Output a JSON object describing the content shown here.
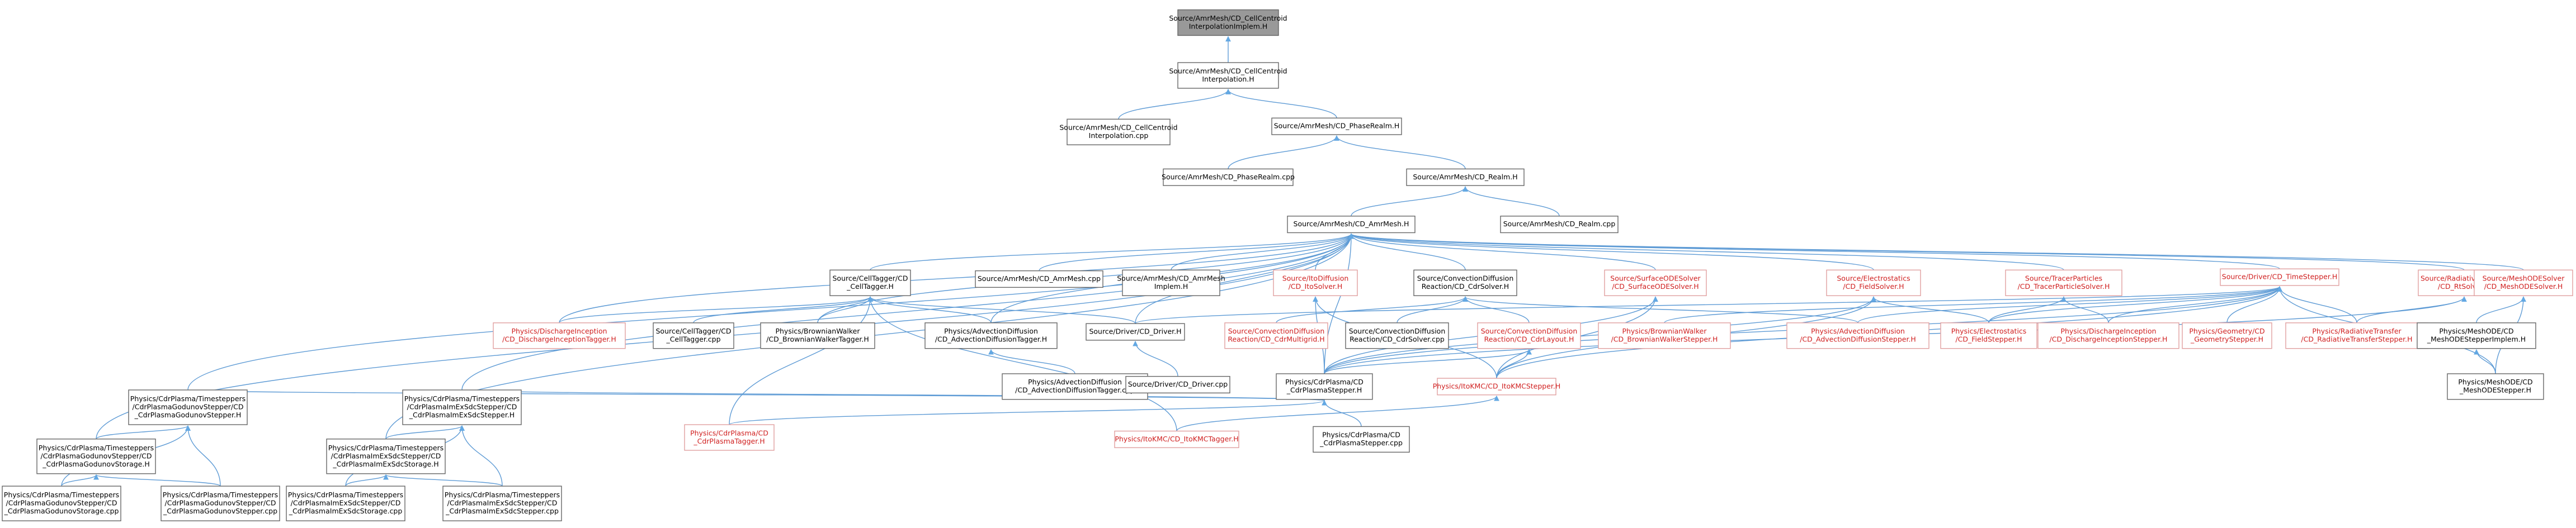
{
  "colors": {
    "edge": "#63a8e3",
    "root_fill": "#999999",
    "node_fill": "#ffffff",
    "node_border": "#666666",
    "node_text": "#000000",
    "truncated_border": "#e0a0a0",
    "truncated_text": "#d02020"
  },
  "nodes": {
    "root": [
      "Source/AmrMesh/CD_CellCentroid",
      "InterpolationImplem.H"
    ],
    "ccinterp_h": [
      "Source/AmrMesh/CD_CellCentroid",
      "Interpolation.H"
    ],
    "ccinterp_cpp": [
      "Source/AmrMesh/CD_CellCentroid",
      "Interpolation.cpp"
    ],
    "phaserealm_h": [
      "Source/AmrMesh/CD_PhaseRealm.H"
    ],
    "phaserealm_cpp": [
      "Source/AmrMesh/CD_PhaseRealm.cpp"
    ],
    "realm_h": [
      "Source/AmrMesh/CD_Realm.H"
    ],
    "realm_cpp": [
      "Source/AmrMesh/CD_Realm.cpp"
    ],
    "amrmesh_h": [
      "Source/AmrMesh/CD_AmrMesh.H"
    ],
    "celltagger_h": [
      "Source/CellTagger/CD",
      "_CellTagger.H"
    ],
    "amrmesh_cpp": [
      "Source/AmrMesh/CD_AmrMesh.cpp"
    ],
    "amrmesh_implem": [
      "Source/AmrMesh/CD_AmrMesh",
      "Implem.H"
    ],
    "itosolver_h": [
      "Source/ItoDiffusion",
      "/CD_ItoSolver.H"
    ],
    "cdrsolver_h": [
      "Source/ConvectionDiffusion",
      "Reaction/CD_CdrSolver.H"
    ],
    "surfaceode_h": [
      "Source/SurfaceODESolver",
      "/CD_SurfaceODESolver.H"
    ],
    "fieldsolver_h": [
      "Source/Electrostatics",
      "/CD_FieldSolver.H"
    ],
    "tracer_h": [
      "Source/TracerParticles",
      "/CD_TracerParticleSolver.H"
    ],
    "timestepper_h": [
      "Source/Driver/CD_TimeStepper.H"
    ],
    "rtsolver_h": [
      "Source/RadiativeTransfer",
      "/CD_RtSolver.H"
    ],
    "meshode_h": [
      "Source/MeshODESolver",
      "/CD_MeshODESolver.H"
    ],
    "dit_h": [
      "Physics/DischargeInception",
      "/CD_DischargeInceptionTagger.H"
    ],
    "celltagger_cpp": [
      "Source/CellTagger/CD",
      "_CellTagger.cpp"
    ],
    "bwtagger_h": [
      "Physics/BrownianWalker",
      "/CD_BrownianWalkerTagger.H"
    ],
    "adtagger_h": [
      "Physics/AdvectionDiffusion",
      "/CD_AdvectionDiffusionTagger.H"
    ],
    "driver_h": [
      "Source/Driver/CD_Driver.H"
    ],
    "cdrmultigrid_h": [
      "Source/ConvectionDiffusion",
      "Reaction/CD_CdrMultigrid.H"
    ],
    "cdrsolver_cpp": [
      "Source/ConvectionDiffusion",
      "Reaction/CD_CdrSolver.cpp"
    ],
    "cdrlayout_h": [
      "Source/ConvectionDiffusion",
      "Reaction/CD_CdrLayout.H"
    ],
    "bwstepper_h": [
      "Physics/BrownianWalker",
      "/CD_BrownianWalkerStepper.H"
    ],
    "adstepper_h": [
      "Physics/AdvectionDiffusion",
      "/CD_AdvectionDiffusionStepper.H"
    ],
    "fieldstepper_h": [
      "Physics/Electrostatics",
      "/CD_FieldStepper.H"
    ],
    "dis_h": [
      "Physics/DischargeInception",
      "/CD_DischargeInceptionStepper.H"
    ],
    "geostepper_h": [
      "Physics/Geometry/CD",
      "_GeometryStepper.H"
    ],
    "rtstepper_h": [
      "Physics/RadiativeTransfer",
      "/CD_RadiativeTransferStepper.H"
    ],
    "meshodeimplem_h": [
      "Physics/MeshODE/CD",
      "_MeshODEStepperImplem.H"
    ],
    "adtagger_cpp": [
      "Physics/AdvectionDiffusion",
      "/CD_AdvectionDiffusionTagger.cpp"
    ],
    "driver_cpp": [
      "Source/Driver/CD_Driver.cpp"
    ],
    "cdrstepper_h": [
      "Physics/CdrPlasma/CD",
      "_CdrPlasmaStepper.H"
    ],
    "itokmcstepper_h": [
      "Physics/ItoKMC/CD_ItoKMCStepper.H"
    ],
    "meshodestepper_h": [
      "Physics/MeshODE/CD",
      "_MeshODEStepper.H"
    ],
    "godunov_stepper_h": [
      "Physics/CdrPlasma/Timesteppers",
      "/CdrPlasmaGodunovStepper/CD",
      "_CdrPlasmaGodunovStepper.H"
    ],
    "imex_stepper_h": [
      "Physics/CdrPlasma/Timesteppers",
      "/CdrPlasmaImExSdcStepper/CD",
      "_CdrPlasmaImExSdcStepper.H"
    ],
    "cdrtagger_h": [
      "Physics/CdrPlasma/CD",
      "_CdrPlasmaTagger.H"
    ],
    "itokmctagger_h": [
      "Physics/ItoKMC/CD_ItoKMCTagger.H"
    ],
    "cdrstepper_cpp": [
      "Physics/CdrPlasma/CD",
      "_CdrPlasmaStepper.cpp"
    ],
    "godunov_storage_h": [
      "Physics/CdrPlasma/Timesteppers",
      "/CdrPlasmaGodunovStepper/CD",
      "_CdrPlasmaGodunovStorage.H"
    ],
    "imex_storage_h": [
      "Physics/CdrPlasma/Timesteppers",
      "/CdrPlasmaImExSdcStepper/CD",
      "_CdrPlasmaImExSdcStorage.H"
    ],
    "godunov_storage_cpp": [
      "Physics/CdrPlasma/Timesteppers",
      "/CdrPlasmaGodunovStepper/CD",
      "_CdrPlasmaGodunovStorage.cpp"
    ],
    "godunov_stepper_cpp": [
      "Physics/CdrPlasma/Timesteppers",
      "/CdrPlasmaGodunovStepper/CD",
      "_CdrPlasmaGodunovStepper.cpp"
    ],
    "imex_storage_cpp": [
      "Physics/CdrPlasma/Timesteppers",
      "/CdrPlasmaImExSdcStepper/CD",
      "_CdrPlasmaImExSdcStorage.cpp"
    ],
    "imex_stepper_cpp": [
      "Physics/CdrPlasma/Timesteppers",
      "/CdrPlasmaImExSdcStepper/CD",
      "_CdrPlasmaImExSdcStepper.cpp"
    ]
  }
}
